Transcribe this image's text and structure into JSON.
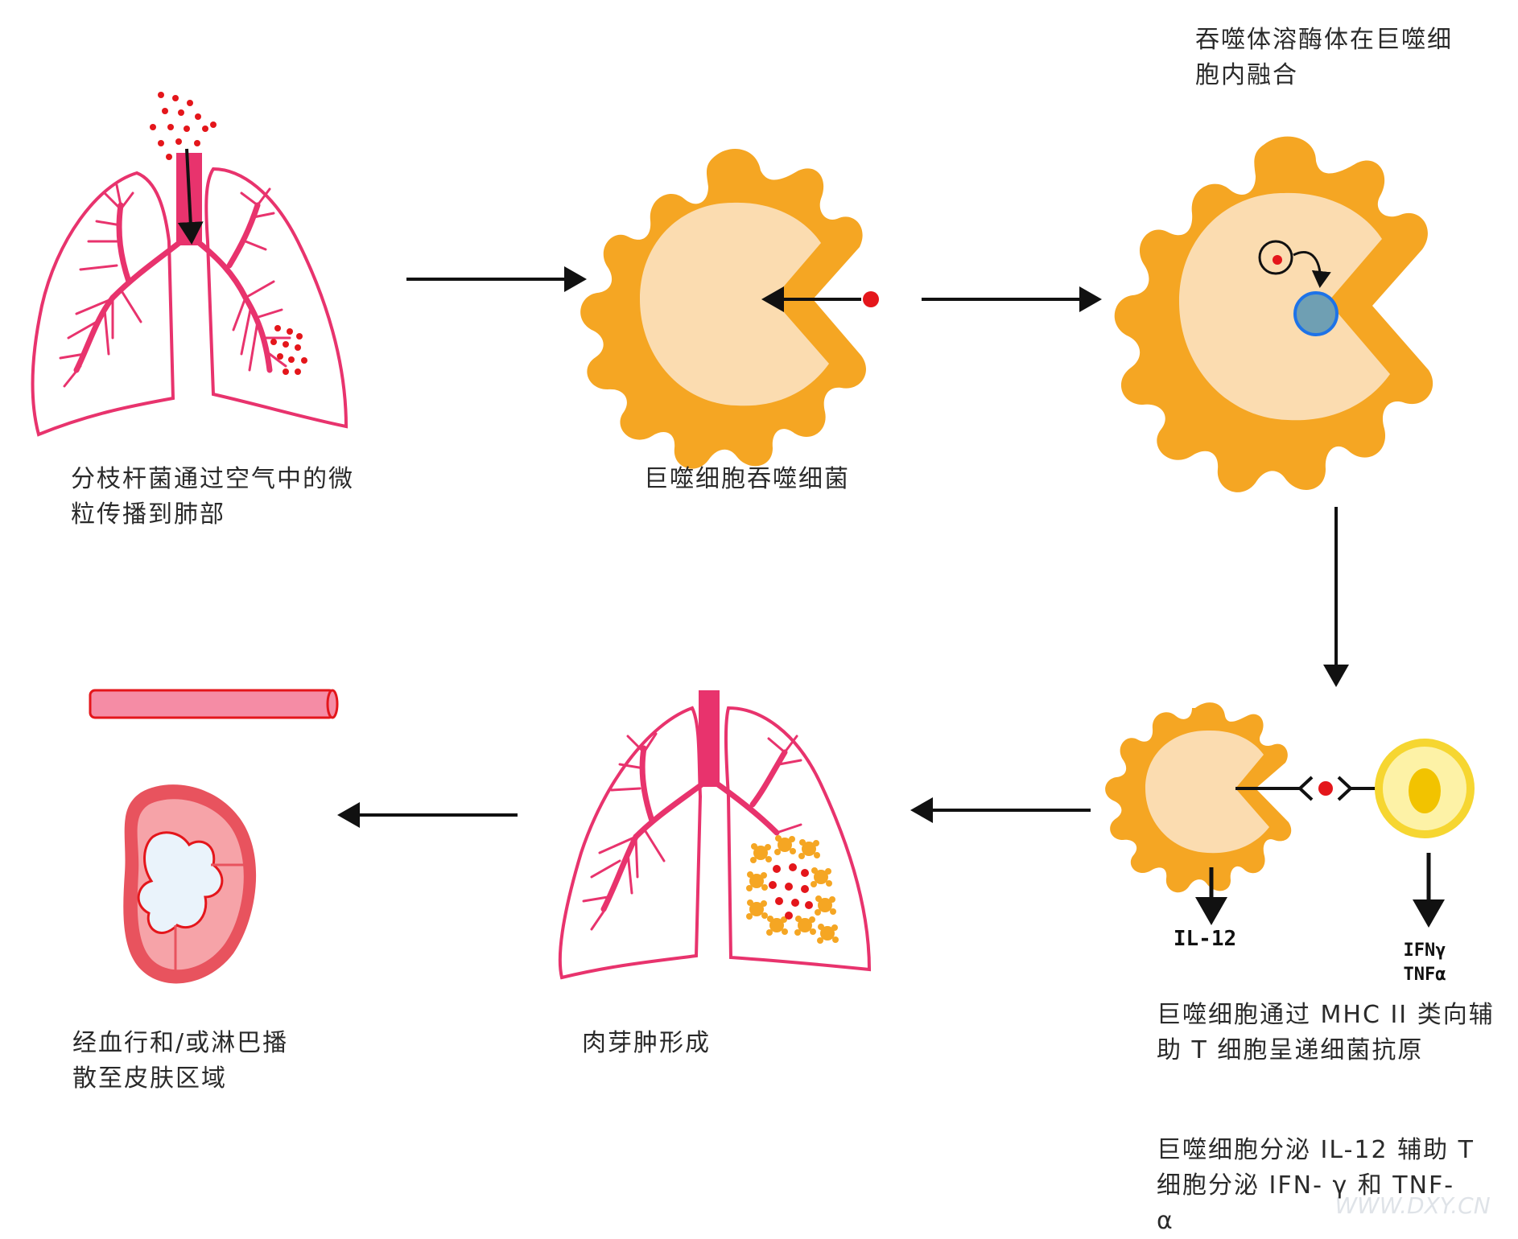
{
  "steps": [
    {
      "id": "inhalation",
      "lines": [
        "分枝杆菌通过空气中的微",
        "粒传播到肺部"
      ]
    },
    {
      "id": "phagocytosis",
      "lines": [
        "巨噬细胞吞噬细菌"
      ]
    },
    {
      "id": "phagolysosome",
      "lines": [
        "吞噬体溶酶体在巨噬细",
        "胞内融合"
      ]
    },
    {
      "id": "antigen_presentation",
      "lines": [
        "巨噬细胞通过 MHC II 类向辅",
        "助 T 细胞呈递细菌抗原"
      ]
    },
    {
      "id": "cytokines",
      "lines": [
        "巨噬细胞分泌 IL-12 辅助 T",
        "细胞分泌 IFN- γ 和 TNF-",
        "α"
      ]
    },
    {
      "id": "granuloma",
      "lines": [
        "肉芽肿形成"
      ]
    },
    {
      "id": "dissemination",
      "lines": [
        "经血行和/或淋巴播",
        "散至皮肤区域"
      ]
    }
  ],
  "cytokine_labels": {
    "macrophage": "IL-12",
    "tcell_line1": "IFNγ",
    "tcell_line2": "TNFα"
  },
  "watermark": "WWW.DXY.CN",
  "colors": {
    "lung": "#e8336d",
    "airway": "#e8336d",
    "bacteria": "#e4161b",
    "macrophage_outer": "#f5a623",
    "macrophage_inner": "#fbdcb0",
    "lysosome": "#6f9fb3",
    "lysosome_ring": "#1e73e8",
    "tcell_outer": "#f6d631",
    "tcell_inner": "#fdf2a6",
    "tcell_nucleus": "#f2c300",
    "vessel": "#f58ca5",
    "node_outer": "#e8535e",
    "node_inner": "#f6a3a8",
    "node_center": "#eaf3fb",
    "arrow": "#111111"
  }
}
